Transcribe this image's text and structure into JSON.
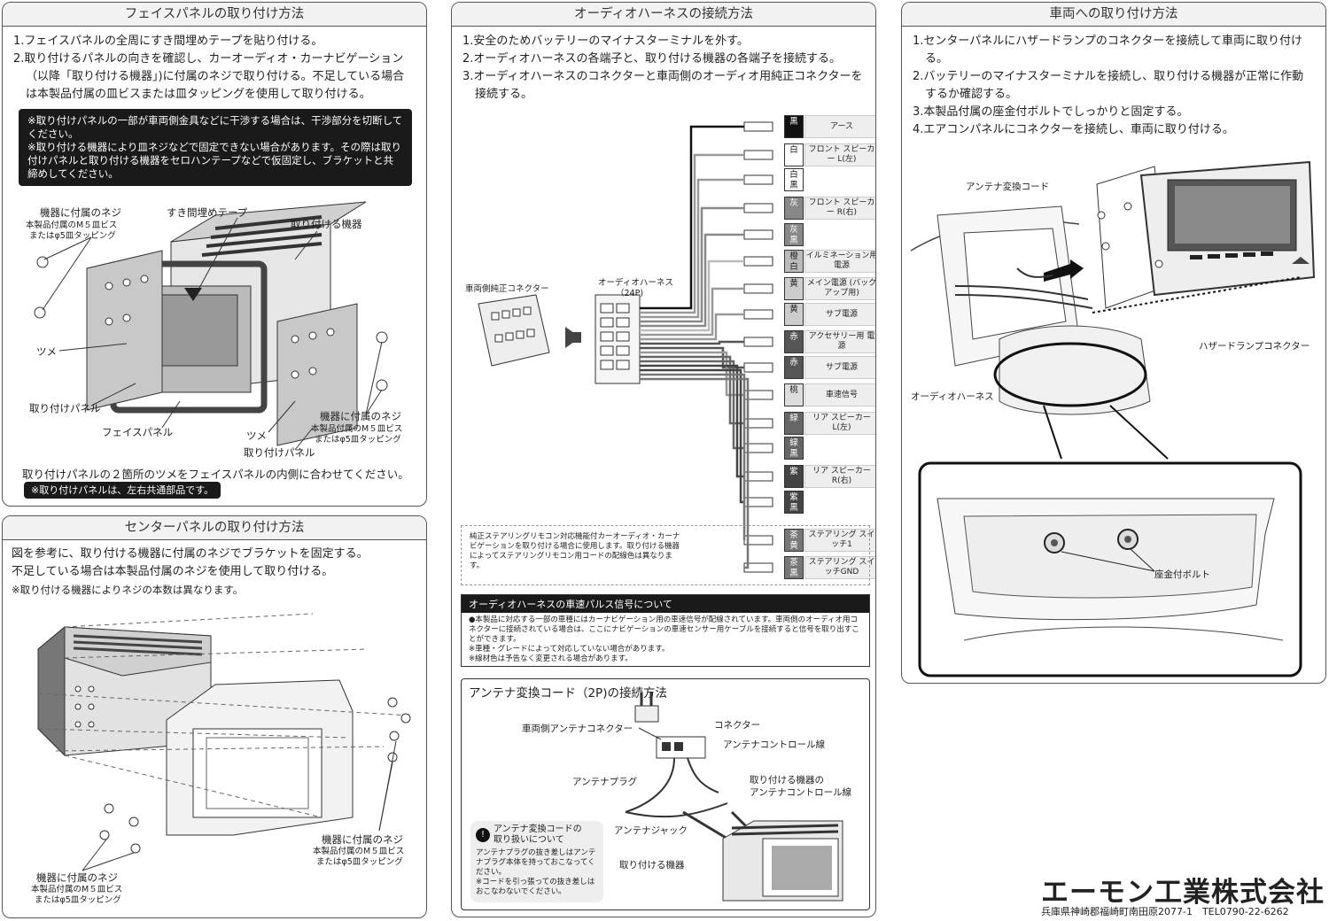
{
  "face": {
    "title": "フェイスパネルの取り付け方法",
    "steps": [
      "1.フェイスパネルの全周にすき間埋めテープを貼り付ける。",
      "2.取り付けるパネルの向きを確認し、カーオーディオ・カーナビゲーション（以降「取り付ける機器」)に付属のネジで取り付ける。不足している場合は本製品付属の皿ビスまたは皿タッピングを使用して取り付ける。"
    ],
    "notes": [
      "※取り付けパネルの一部が車両側金具などに干渉する場合は、干渉部分を切断してください。",
      "※取り付ける機器により皿ネジなどで固定できない場合があります。その際は取り付けパネルと取り付ける機器をセロハンテープなどで仮固定し、ブラケットと共締めしてください。"
    ],
    "labels": {
      "screw_a": "機器に付属のネジ",
      "screw_a_sub1": "本製品付属のM５皿ビス",
      "screw_a_sub2": "またはφ5皿タッピング",
      "gap_tape": "すき間埋めテープ",
      "device": "取り付ける機器",
      "tsume_l": "ツメ",
      "mount_panel_l": "取り付けパネル",
      "face_panel": "フェイスパネル",
      "tsume_r": "ツメ",
      "mount_panel_r": "取り付けパネル",
      "screw_b": "機器に付属のネジ",
      "screw_b_sub1": "本製品付属のM５皿ビス",
      "screw_b_sub2": "またはφ5皿タッピング"
    },
    "footer": "取り付けパネルの２箇所のツメをフェイスパネルの内側に合わせてください。",
    "footer_note": "※取り付けパネルは、左右共通部品です。"
  },
  "center": {
    "title": "センターパネルの取り付け方法",
    "lines": [
      "図を参考に、取り付ける機器に付属のネジでブラケットを固定する。",
      "不足している場合は本製品付属のネジを使用して取り付ける。"
    ],
    "small": "※取り付ける機器によりネジの本数は異なります。",
    "labels": {
      "screw_r": "機器に付属のネジ",
      "screw_r_sub1": "本製品付属のM５皿ビス",
      "screw_r_sub2": "またはφ5皿タッピング",
      "screw_l": "機器に付属のネジ",
      "screw_l_sub1": "本製品付属のM５皿ビス",
      "screw_l_sub2": "またはφ5皿タッピング"
    }
  },
  "audio": {
    "title": "オーディオハーネスの接続方法",
    "steps": [
      "1.安全のためバッテリーのマイナスターミナルを外す。",
      "2.オーディオハーネスの各端子と、取り付ける機器の各端子を接続する。",
      "3.オーディオハーネスのコネクターと車両側のオーディオ用純正コネクターを接続する。"
    ],
    "vehicle_connector": "車両側純正コネクター",
    "harness": "オーディオハーネス",
    "harness_pins": "（24P)",
    "wires": [
      {
        "c1": "黒",
        "c2": "",
        "label": "アース",
        "bg": "#111"
      },
      {
        "c1": "白",
        "c2": "",
        "label": "フロント スピーカー L(左)",
        "bg": "#fff"
      },
      {
        "c1": "白",
        "c2": "黒",
        "label": "",
        "bg": "#fff"
      },
      {
        "c1": "灰",
        "c2": "",
        "label": "フロント スピーカー R(右)",
        "bg": "#888"
      },
      {
        "c1": "灰",
        "c2": "黒",
        "label": "",
        "bg": "#888"
      },
      {
        "c1": "橙",
        "c2": "白",
        "label": "イルミネーション用電源",
        "bg": "#bbb"
      },
      {
        "c1": "黄",
        "c2": "",
        "label": "メイン電源 (バックアップ用)",
        "bg": "#ccc"
      },
      {
        "c1": "黄",
        "c2": "",
        "label": "サブ電源",
        "bg": "#ccc"
      },
      {
        "c1": "赤",
        "c2": "",
        "label": "アクセサリー用 電源",
        "bg": "#555"
      },
      {
        "c1": "赤",
        "c2": "",
        "label": "サブ電源",
        "bg": "#555"
      },
      {
        "c1": "桃",
        "c2": "",
        "label": "車速信号",
        "bg": "#ddd"
      },
      {
        "c1": "緑",
        "c2": "",
        "label": "リア スピーカー L(左)",
        "bg": "#666"
      },
      {
        "c1": "緑",
        "c2": "黒",
        "label": "",
        "bg": "#666"
      },
      {
        "c1": "紫",
        "c2": "",
        "label": "リア スピーカー R(右)",
        "bg": "#444"
      },
      {
        "c1": "紫",
        "c2": "黒",
        "label": "",
        "bg": "#444"
      },
      {
        "c1": "茶",
        "c2": "黄",
        "label": "ステアリング スイッチ1",
        "bg": "#777"
      },
      {
        "c1": "茶",
        "c2": "黒",
        "label": "ステアリング スイッチGND",
        "bg": "#777"
      }
    ],
    "steer_note": "純正ステアリングリモコン対応機能付カーオーディオ・カーナビゲーションを取り付ける場合に使用します。取り付ける機器によってステアリングリモコン用コードの配線色は異なります。",
    "pulse_title": "オーディオハーネスの車速パルス信号について",
    "pulse_lines": [
      "●本製品に対応する一部の車種にはカーナビゲーション用の車速信号が配線されています。車両側のオーディオ用コネクターに接続されている場合は、ここにナビゲーションの車速センサー用ケーブルを接続すると信号を取り出すことができます。",
      "※車種・グレードによって対応していない場合があります。",
      "※線材色は予告なく変更される場合があります。"
    ]
  },
  "antenna": {
    "title": "アンテナ変換コード（2P)の接続方法",
    "labels": {
      "vehicle_antenna": "車両側アンテナコネクター",
      "connector": "コネクター",
      "control": "アンテナコントロール線",
      "plug": "アンテナプラグ",
      "device_control1": "取り付ける機器の",
      "device_control2": "アンテナコントロール線",
      "jack": "アンテナジャック",
      "device": "取り付ける機器"
    },
    "note_title1": "アンテナ変換コードの",
    "note_title2": "取り扱いについて",
    "note_lines": [
      "アンテナプラグの抜き差しはアンテナプラグ本体を持っておこなってください。",
      "※コードを引っ張っての抜き差しはおこなわないでください。"
    ]
  },
  "vehicle": {
    "title": "車両への取り付け方法",
    "steps": [
      "1.センターパネルにハザードランプのコネクターを接続して車両に取り付ける。",
      "2.バッテリーのマイナスターミナルを接続し、取り付ける機器が正常に作動するか確認する。",
      "3.本製品付属の座金付ボルトでしっかりと固定する。",
      "4.エアコンパネルにコネクターを接続し、車両に取り付ける。"
    ],
    "labels": {
      "antenna_cord": "アンテナ変換コード",
      "hazard": "ハザードランプコネクター",
      "harness": "オーディオハーネス",
      "bolt": "座金付ボルト"
    }
  },
  "company": {
    "name": "エーモン工業株式会社",
    "address": "兵庫県神崎郡福崎町南田原2077-1　TEL0790-22-6262"
  }
}
